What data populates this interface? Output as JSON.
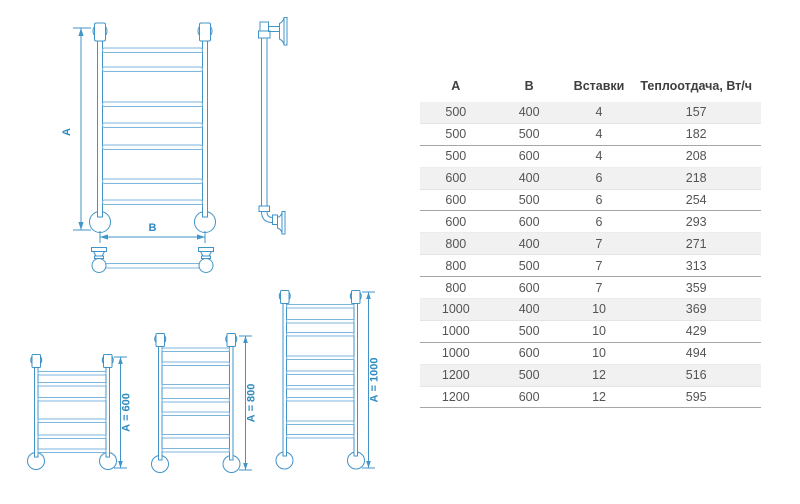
{
  "drawing": {
    "dim_label_a": "А",
    "dim_label_b": "В",
    "size_labels": [
      "А = 600",
      "А = 800",
      "А = 1000"
    ],
    "accent_color": "#4094c8",
    "accent_light_color": "#7fb6dd",
    "label_color": "#2e8ac0"
  },
  "table": {
    "headers": [
      "А",
      "В",
      "Вставки",
      "Теплоотдача, Вт/ч"
    ],
    "rows": [
      [
        "500",
        "400",
        "4",
        "157"
      ],
      [
        "500",
        "500",
        "4",
        "182"
      ],
      [
        "500",
        "600",
        "4",
        "208"
      ],
      [
        "600",
        "400",
        "6",
        "218"
      ],
      [
        "600",
        "500",
        "6",
        "254"
      ],
      [
        "600",
        "600",
        "6",
        "293"
      ],
      [
        "800",
        "400",
        "7",
        "271"
      ],
      [
        "800",
        "500",
        "7",
        "313"
      ],
      [
        "800",
        "600",
        "7",
        "359"
      ],
      [
        "1000",
        "400",
        "10",
        "369"
      ],
      [
        "1000",
        "500",
        "10",
        "429"
      ],
      [
        "1000",
        "600",
        "10",
        "494"
      ],
      [
        "1200",
        "500",
        "12",
        "516"
      ],
      [
        "1200",
        "600",
        "12",
        "595"
      ]
    ],
    "shaded_row_color": "#f1f1f1",
    "divider_color": "#a6a6a6"
  }
}
